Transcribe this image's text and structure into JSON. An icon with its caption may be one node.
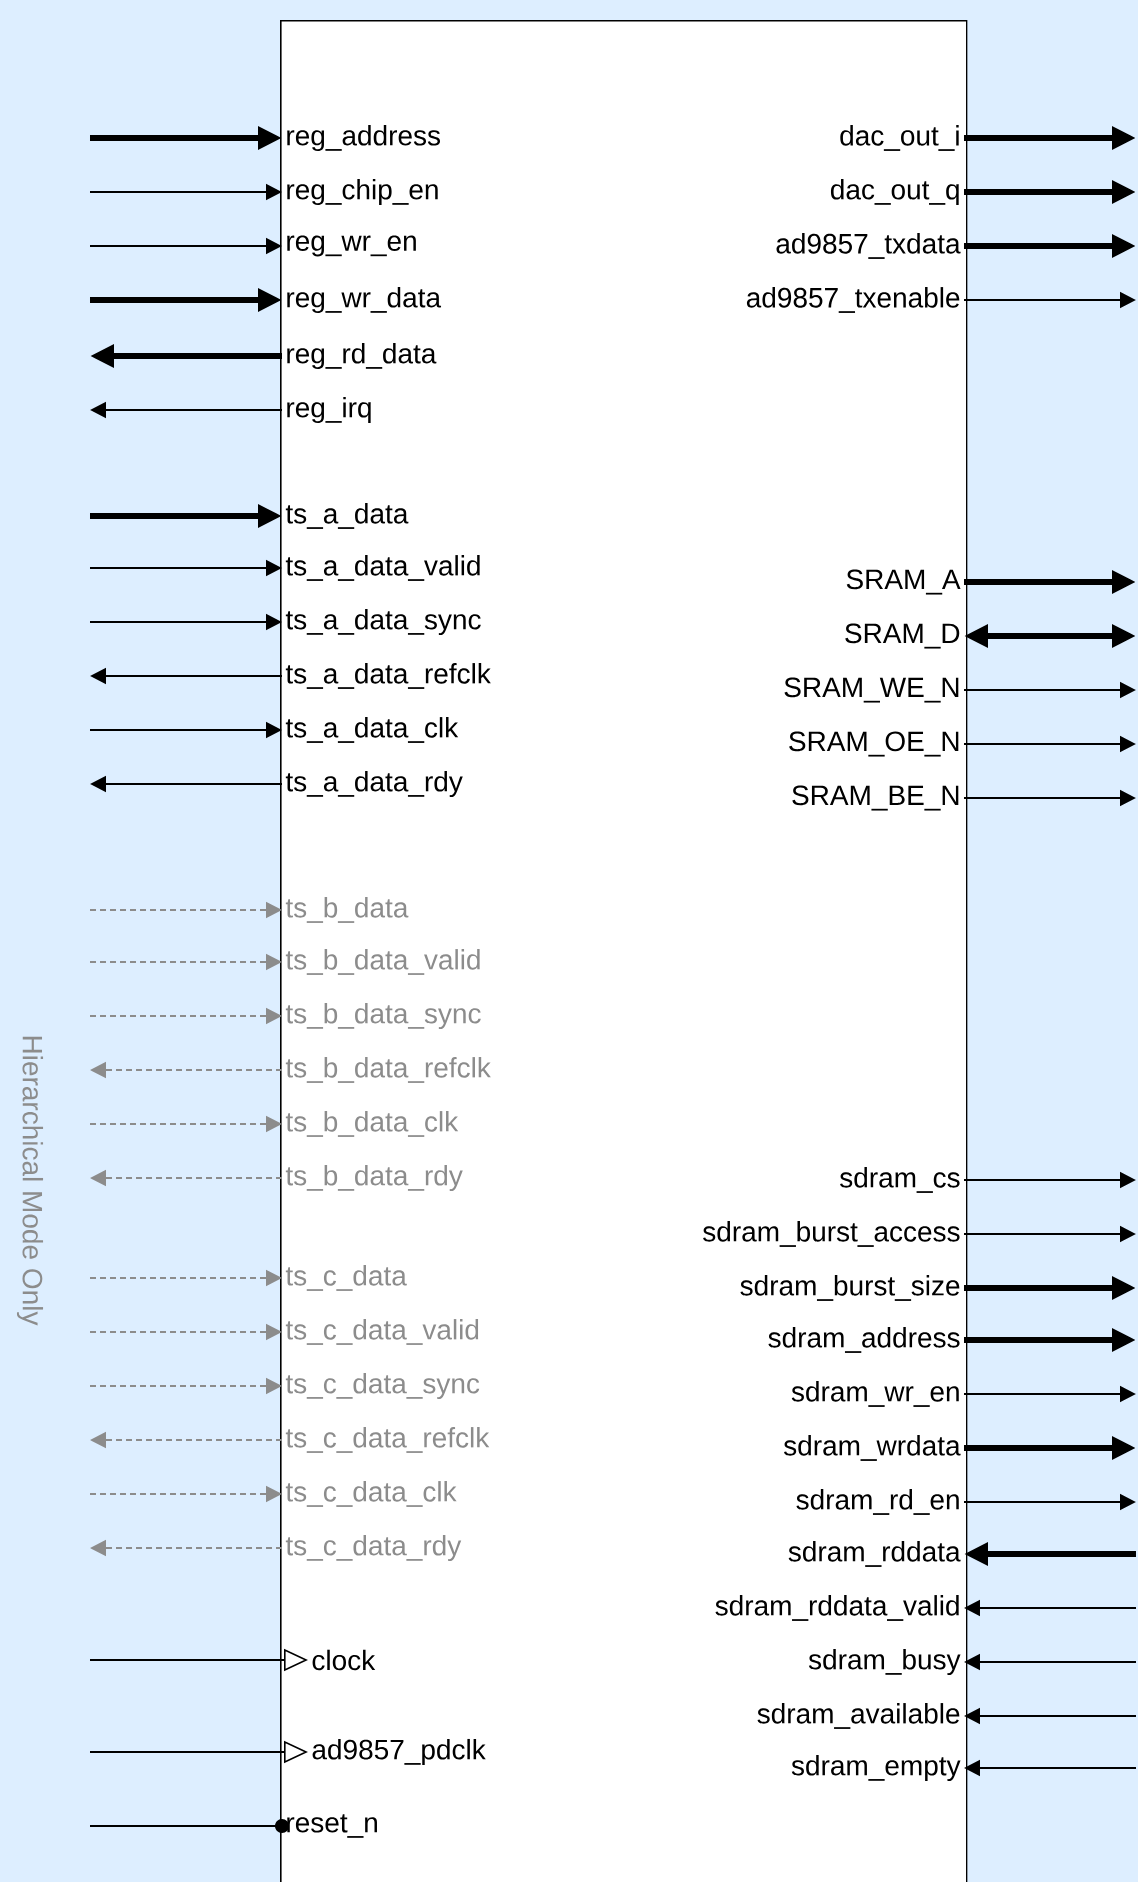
{
  "diagram": {
    "nodes": [
      {
        "text": [],
        "shape": "box"
      },
      {
        "text": [
          "reg_address"
        ],
        "in": 0
      },
      {
        "text": [
          "reg_chip_en"
        ],
        "in": 0
      },
      {
        "text": [
          "reg_wr_en"
        ],
        "in": 0
      },
      {
        "text": [
          "reg_wr_data"
        ],
        "in": 0
      },
      {
        "text": [
          "reg_rd_data"
        ],
        "in": 0
      },
      {
        "text": [
          "reg_irq"
        ],
        "in": 0
      },
      {
        "text": [
          "ts_a_data"
        ],
        "in": 0
      },
      {
        "text": [
          "ts_a_data_valid"
        ],
        "in": 0
      },
      {
        "text": [
          "ts_a_data_sync"
        ],
        "in": 0
      },
      {
        "text": [
          "ts_a_data_refclk"
        ],
        "in": 0
      },
      {
        "text": [
          "ts_a_data_clk"
        ],
        "in": 0
      },
      {
        "text": [
          "ts_a_data_rdy"
        ],
        "in": 0
      },
      {
        "text": [
          "ts_b_data"
        ],
        "in": 0
      },
      {
        "text": [
          "ts_b_data_valid"
        ],
        "in": 0
      },
      {
        "text": [
          "ts_b_data_sync"
        ],
        "in": 0
      },
      {
        "text": [
          "ts_b_data_refclk"
        ],
        "in": 0
      },
      {
        "text": [
          "ts_b_data_clk"
        ],
        "in": 0
      },
      {
        "text": [
          "ts_b_data_rdy"
        ],
        "in": 0
      },
      {
        "text": [
          "ts_c_data"
        ],
        "in": 0
      },
      {
        "text": [
          "ts_c_data_valid"
        ],
        "in": 0
      },
      {
        "text": [
          "ts_c_data_sync"
        ],
        "in": 0
      },
      {
        "text": [
          "ts_c_data_refclk"
        ],
        "in": 0
      },
      {
        "text": [
          "ts_c_data_clk"
        ],
        "in": 0
      },
      {
        "text": [
          "ts_c_data_rdy"
        ],
        "in": 0
      },
      {
        "text": [
          "clock"
        ],
        "in": 0
      },
      {
        "text": [
          "ad9857_pdclk"
        ],
        "in": 0
      },
      {
        "text": [
          "reset_n"
        ],
        "in": 0
      },
      {
        "text": [
          "dac_out_i"
        ],
        "in": 0
      },
      {
        "text": [
          "dac_out_q"
        ],
        "in": 0
      },
      {
        "text": [
          "ad9857_txdata"
        ],
        "in": 0
      },
      {
        "text": [
          "ad9857_txenable"
        ],
        "in": 0
      },
      {
        "text": [
          "SRAM_A"
        ],
        "in": 0
      },
      {
        "text": [
          "SRAM_D"
        ],
        "in": 0
      },
      {
        "text": [
          "SRAM_WE_N"
        ],
        "in": 0
      },
      {
        "text": [
          "SRAM_OE_N"
        ],
        "in": 0
      },
      {
        "text": [
          "SRAM_BE_N"
        ],
        "in": 0
      },
      {
        "text": [
          "sdram_cs"
        ],
        "in": 0
      },
      {
        "text": [
          "sdram_burst_access"
        ],
        "in": 0
      },
      {
        "text": [
          "sdram_burst_size"
        ],
        "in": 0
      },
      {
        "text": [
          "sdram_address"
        ],
        "in": 0
      },
      {
        "text": [
          "sdram_wr_en"
        ],
        "in": 0
      },
      {
        "text": [
          "sdram_wrdata"
        ],
        "in": 0
      },
      {
        "text": [
          "sdram_rd_en"
        ],
        "in": 0
      },
      {
        "text": [
          "sdram_rddata"
        ],
        "in": 0
      },
      {
        "text": [
          "sdram_rddata_valid"
        ],
        "in": 0
      },
      {
        "text": [
          "sdram_busy"
        ],
        "in": 0
      },
      {
        "text": [
          "sdram_available"
        ],
        "in": 0
      },
      {
        "text": [
          "sdram_empty"
        ],
        "in": 0
      }
    ],
    "edges": [
      {
        "from": null,
        "to": 1,
        "arrow": "to",
        "style": "thick"
      },
      {
        "from": null,
        "to": 2,
        "arrow": "to"
      },
      {
        "from": null,
        "to": 3,
        "arrow": "to"
      },
      {
        "from": null,
        "to": 4,
        "arrow": "to",
        "style": "thick"
      },
      {
        "from": 5,
        "to": null,
        "arrow": "to",
        "style": "thick"
      },
      {
        "from": 6,
        "to": null,
        "arrow": "to"
      },
      {
        "from": null,
        "to": 7,
        "arrow": "to",
        "style": "thick"
      },
      {
        "from": null,
        "to": 8,
        "arrow": "to"
      },
      {
        "from": null,
        "to": 9,
        "arrow": "to"
      },
      {
        "from": 10,
        "to": null,
        "arrow": "to"
      },
      {
        "from": null,
        "to": 11,
        "arrow": "to"
      },
      {
        "from": 12,
        "to": null,
        "arrow": "to"
      },
      {
        "from": null,
        "to": 13,
        "arrow": "to",
        "style": "dashed",
        "color": "#8c8c8c"
      },
      {
        "from": null,
        "to": 14,
        "arrow": "to",
        "style": "dashed",
        "color": "#8c8c8c"
      },
      {
        "from": null,
        "to": 15,
        "arrow": "to",
        "style": "dashed",
        "color": "#8c8c8c"
      },
      {
        "from": 16,
        "to": null,
        "arrow": "to",
        "style": "dashed",
        "color": "#8c8c8c"
      },
      {
        "from": null,
        "to": 17,
        "arrow": "to",
        "style": "dashed",
        "color": "#8c8c8c"
      },
      {
        "from": 18,
        "to": null,
        "arrow": "to",
        "style": "dashed",
        "color": "#8c8c8c"
      },
      {
        "from": null,
        "to": 19,
        "arrow": "to",
        "style": "dashed",
        "color": "#8c8c8c"
      },
      {
        "from": null,
        "to": 20,
        "arrow": "to",
        "style": "dashed",
        "color": "#8c8c8c"
      },
      {
        "from": null,
        "to": 21,
        "arrow": "to",
        "style": "dashed",
        "color": "#8c8c8c"
      },
      {
        "from": 22,
        "to": null,
        "arrow": "to",
        "style": "dashed",
        "color": "#8c8c8c"
      },
      {
        "from": null,
        "to": 23,
        "arrow": "to",
        "style": "dashed",
        "color": "#8c8c8c"
      },
      {
        "from": 24,
        "to": null,
        "arrow": "to",
        "style": "dashed",
        "color": "#8c8c8c"
      },
      {
        "from": null,
        "to": 25,
        "arrow": "to"
      },
      {
        "from": null,
        "to": 26,
        "arrow": "to"
      },
      {
        "from": null,
        "to": 27,
        "arrow": "other"
      },
      {
        "from": 28,
        "to": null,
        "arrow": "to",
        "style": "thick"
      },
      {
        "from": 29,
        "to": null,
        "arrow": "to",
        "style": "thick"
      },
      {
        "from": 30,
        "to": null,
        "arrow": "to",
        "style": "thick"
      },
      {
        "from": 31,
        "to": null,
        "arrow": "to"
      },
      {
        "from": 32,
        "to": null,
        "arrow": "to",
        "style": "thick"
      },
      {
        "from": 33,
        "to": null,
        "arrow": "both",
        "style": "thick"
      },
      {
        "from": 34,
        "to": null,
        "arrow": "to"
      },
      {
        "from": 35,
        "to": null,
        "arrow": "to"
      },
      {
        "from": 36,
        "to": null,
        "arrow": "to"
      },
      {
        "from": 37,
        "to": null,
        "arrow": "to"
      },
      {
        "from": 38,
        "to": null,
        "arrow": "to"
      },
      {
        "from": 39,
        "to": null,
        "arrow": "to",
        "style": "thick"
      },
      {
        "from": 40,
        "to": null,
        "arrow": "to",
        "style": "thick"
      },
      {
        "from": 41,
        "to": null,
        "arrow": "to"
      },
      {
        "from": 42,
        "to": null,
        "arrow": "to",
        "style": "thick"
      },
      {
        "from": 43,
        "to": null,
        "arrow": "to"
      },
      {
        "from": null,
        "to": 44,
        "arrow": "to",
        "style": "thick"
      },
      {
        "from": null,
        "to": 45,
        "arrow": "to"
      },
      {
        "from": null,
        "to": 46,
        "arrow": "to"
      },
      {
        "from": null,
        "to": 47,
        "arrow": "to"
      },
      {
        "from": null,
        "to": 48,
        "arrow": "to"
      }
    ],
    "labels": [
      "Hierarchical Mode Only"
    ]
  }
}
